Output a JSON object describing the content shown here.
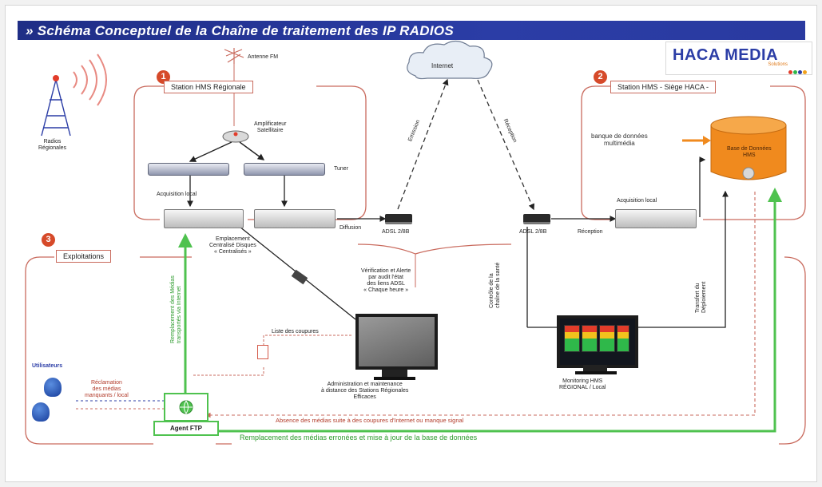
{
  "title": "» Schéma Conceptuel de la Chaîne de traitement des IP RADIOS",
  "logo": {
    "brand": "HACA MEDIA",
    "sub": "Solutions",
    "dot_colors": [
      "#e23c2a",
      "#2fb84a",
      "#2b3da6",
      "#f2a21d"
    ]
  },
  "sections": [
    {
      "number": "1",
      "label": "Station HMS Régionale"
    },
    {
      "number": "2",
      "label": "Station HMS - Siège HACA -"
    },
    {
      "number": "3",
      "label": "Exploitations"
    }
  ],
  "labels": {
    "radios_regionales": "Radios\nRégionales",
    "antenne_fm": "Antenne FM",
    "amplificateur": "Amplificateur\nSatellitaire",
    "tuner": "Tuner",
    "acquisition_local_1": "Acquisition local",
    "acquisition_local_2": "Acquisition local",
    "internet": "Internet",
    "emission": "Emission",
    "reception": "Réception",
    "adsl_left": "ADSL 2/8B",
    "adsl_right": "ADSL 2/8B",
    "diffusion": "Diffusion",
    "reception_bottom": "Réception",
    "banque": "banque de données\nmultimédia",
    "base": "Base de Données\nHMS",
    "emplacement": "Emplacement\nCentralisé Disques\n« Centralisés »",
    "verification": "Vérification et Alerte\npar audit l'état\ndes liens ADSL\n« Chaque heure »",
    "liste": "Liste des coupures",
    "admin": "Administration et maintenance\nà distance des Stations Régionales\nEfficaces",
    "controle": "Contrôle de la\nchaîne de la santé",
    "monitoring": "Monitoring HMS\nRÉGIONAL / Local",
    "transfert": "Transfert du\nDéploiement",
    "remplacement_v": "Remplacement des Médias\ntransportés via Internet",
    "utilisateurs": "Utilisateurs",
    "reclamation": "Réclamation\ndes médias\nmanquants / local",
    "absence": "Absence des médias suite à des coupures d'Internet ou manque signal",
    "agent_ftp": "Agent FTP",
    "remplacement_h": "Remplacement des médias erronées et mise à jour de la base de données"
  },
  "colors": {
    "banner": "#2b3da6",
    "red_line": "#c96a5d",
    "green_line": "#4fc24f",
    "db_orange": "#f08a1e"
  }
}
